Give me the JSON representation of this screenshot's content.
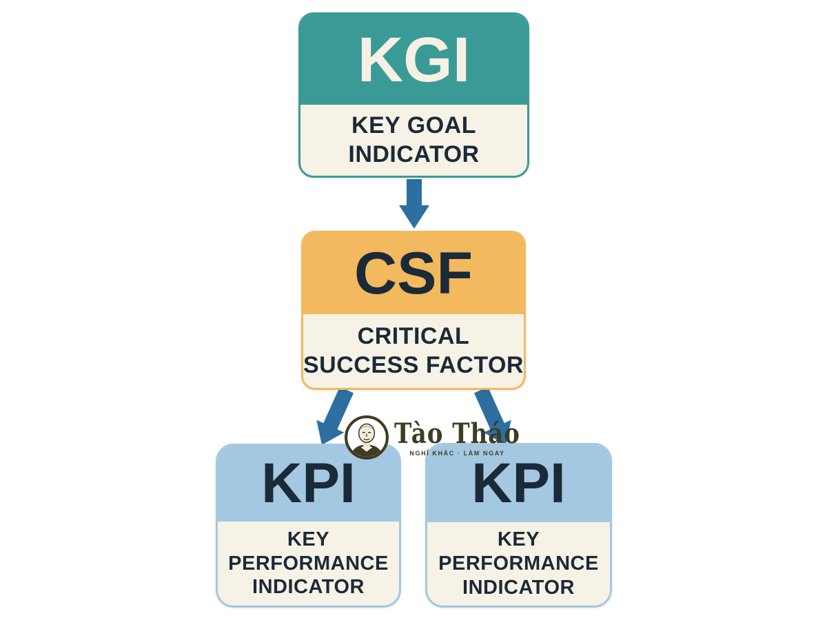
{
  "title": "KGI / CSF / KPI hierarchy diagram",
  "diagram": {
    "nodes": [
      {
        "id": "kgi",
        "abbr": "KGI",
        "name": "KEY GOAL\nINDICATOR",
        "header_color": "#3a9a96",
        "body_color": "#f7f2e6",
        "abbr_color": "#f6f1e4",
        "text_color": "#1b2a38"
      },
      {
        "id": "csf",
        "abbr": "CSF",
        "name": "CRITICAL\nSUCCESS FACTOR",
        "header_color": "#f2b95e",
        "body_color": "#f7f2e6",
        "abbr_color": "#1b2a38",
        "text_color": "#1b2a38"
      },
      {
        "id": "kpi-left",
        "abbr": "KPI",
        "name": "KEY\nPERFORMANCE\nINDICATOR",
        "header_color": "#a4c8e1",
        "body_color": "#f7f2e6",
        "abbr_color": "#1b2a38",
        "text_color": "#1b2a38"
      },
      {
        "id": "kpi-right",
        "abbr": "KPI",
        "name": "KEY\nPERFORMANCE\nINDICATOR",
        "header_color": "#a4c8e1",
        "body_color": "#f7f2e6",
        "abbr_color": "#1b2a38",
        "text_color": "#1b2a38"
      }
    ],
    "edges": [
      {
        "from": "KGI",
        "to": "CSF"
      },
      {
        "from": "CSF",
        "to": "KPI (left)"
      },
      {
        "from": "CSF",
        "to": "KPI (right)"
      }
    ],
    "arrow_color": "#2d6fa1",
    "background_color": "#ffffff"
  },
  "watermark": {
    "brand": "Tào Tháo",
    "tagline": "NGHĨ KHÁC · LÀM NGAY",
    "color": "#3e3c22",
    "portrait": "man-portrait-icon"
  }
}
